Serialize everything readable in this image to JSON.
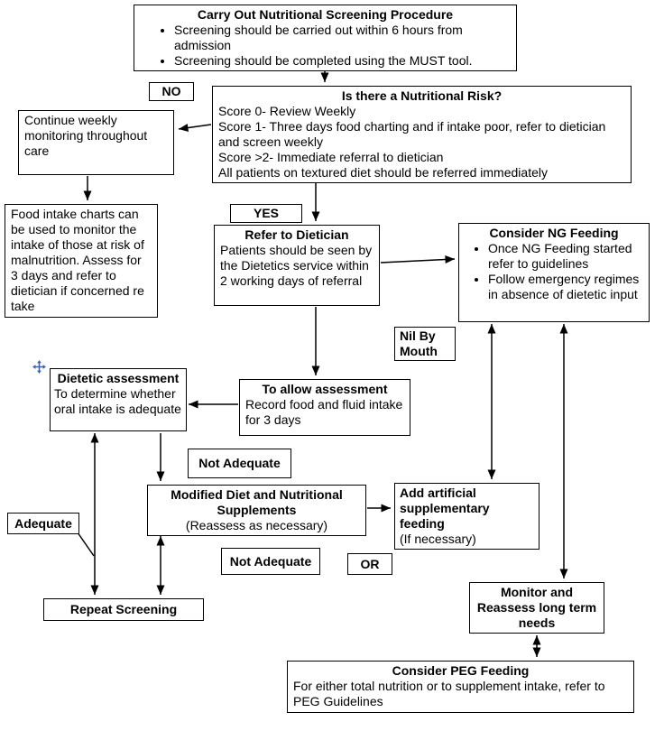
{
  "icons": {
    "move_handle": "four-direction-move-icon"
  },
  "nodes": {
    "screening": {
      "title": "Carry Out Nutritional Screening Procedure",
      "bullets": [
        "Screening should be carried out within 6 hours from admission",
        "Screening should be completed using the MUST tool."
      ]
    },
    "risk": {
      "title": "Is there a Nutritional Risk?",
      "lines": [
        "Score 0- Review Weekly",
        "Score 1- Three days food charting and if intake poor, refer to dietician and screen weekly",
        "Score >2- Immediate referral to dietician",
        "All patients on textured diet should be referred immediately"
      ]
    },
    "continue_monitoring": {
      "text": "Continue weekly monitoring throughout care"
    },
    "food_intake": {
      "text": "Food intake charts can be used to monitor the intake of those at risk of malnutrition. Assess for 3 days and refer to dietician if concerned re take"
    },
    "refer_dietician": {
      "title": "Refer to Dietician",
      "text": "Patients should be seen by the Dietetics service within 2 working days of referral"
    },
    "ng_feeding": {
      "title": "Consider NG Feeding",
      "bullets": [
        "Once NG Feeding started refer to guidelines",
        "Follow emergency regimes in absence of dietetic input"
      ]
    },
    "allow_assessment": {
      "title": "To allow assessment",
      "text": "Record food and fluid intake for 3 days"
    },
    "dietetic_assessment": {
      "title": "Dietetic assessment",
      "text": "To determine whether oral intake is adequate"
    },
    "modified_diet": {
      "title": "Modified Diet and Nutritional Supplements",
      "subtitle": "(Reassess as necessary)"
    },
    "artificial_feeding": {
      "title": "Add artificial supplementary feeding",
      "subtitle": "(If necessary)"
    },
    "repeat_screening": {
      "title": "Repeat Screening"
    },
    "monitor_reassess": {
      "title": "Monitor and Reassess long term needs"
    },
    "peg_feeding": {
      "title": "Consider PEG Feeding",
      "text": "For either total nutrition or to supplement intake, refer to PEG Guidelines"
    }
  },
  "labels": {
    "no": "NO",
    "yes": "YES",
    "nil_by_mouth": "Nil By Mouth",
    "not_adequate_upper": "Not Adequate",
    "not_adequate_lower": "Not Adequate",
    "adequate": "Adequate",
    "or": "OR"
  }
}
